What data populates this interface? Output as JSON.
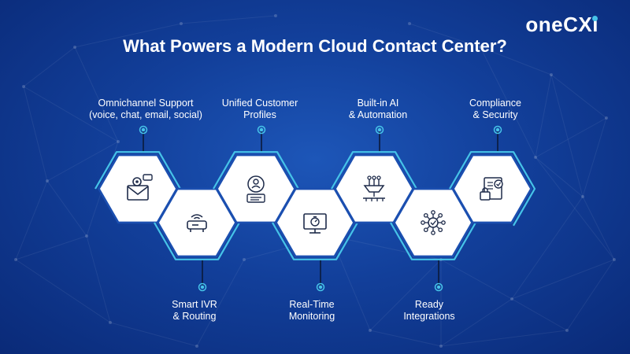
{
  "title": "What Powers a Modern Cloud Contact Center?",
  "logo": "oneCXi",
  "colors": {
    "accent": "#46c3e8",
    "hex_fill": "#ffffff",
    "hex_border": "#1b4fb0",
    "icon": "#1e2b4a"
  },
  "features": [
    {
      "lines": [
        "Omnichannel Support",
        "(voice, chat, email, social)"
      ],
      "icon": "envelope-gear-icon",
      "position": "top"
    },
    {
      "lines": [
        "Smart IVR",
        "& Routing"
      ],
      "icon": "router-icon",
      "position": "bottom"
    },
    {
      "lines": [
        "Unified Customer",
        "Profiles"
      ],
      "icon": "profile-badge-icon",
      "position": "top"
    },
    {
      "lines": [
        "Real-Time",
        "Monitoring"
      ],
      "icon": "monitor-timer-icon",
      "position": "bottom"
    },
    {
      "lines": [
        "Built-in AI",
        "& Automation"
      ],
      "icon": "ai-automation-icon",
      "position": "top"
    },
    {
      "lines": [
        "Ready",
        "Integrations"
      ],
      "icon": "integration-hub-icon",
      "position": "bottom"
    },
    {
      "lines": [
        "Compliance",
        "& Security"
      ],
      "icon": "security-document-icon",
      "position": "top"
    }
  ]
}
